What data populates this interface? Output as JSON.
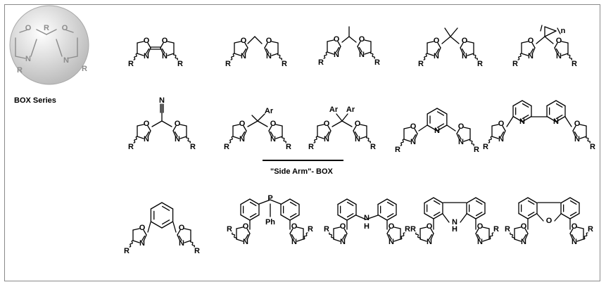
{
  "series_label": "BOX Series",
  "side_arm_label": "\"Side Arm\"- BOX",
  "atoms": {
    "O": "O",
    "N": "N",
    "R": "R",
    "P": "P",
    "Ph": "Ph",
    "H": "H",
    "Ar": "Ar",
    "n": "n"
  },
  "colors": {
    "sphere_light": "#ffffff",
    "sphere_dark": "#bdbdbd",
    "frame": "#8a8a8a",
    "ink": "#000000"
  }
}
